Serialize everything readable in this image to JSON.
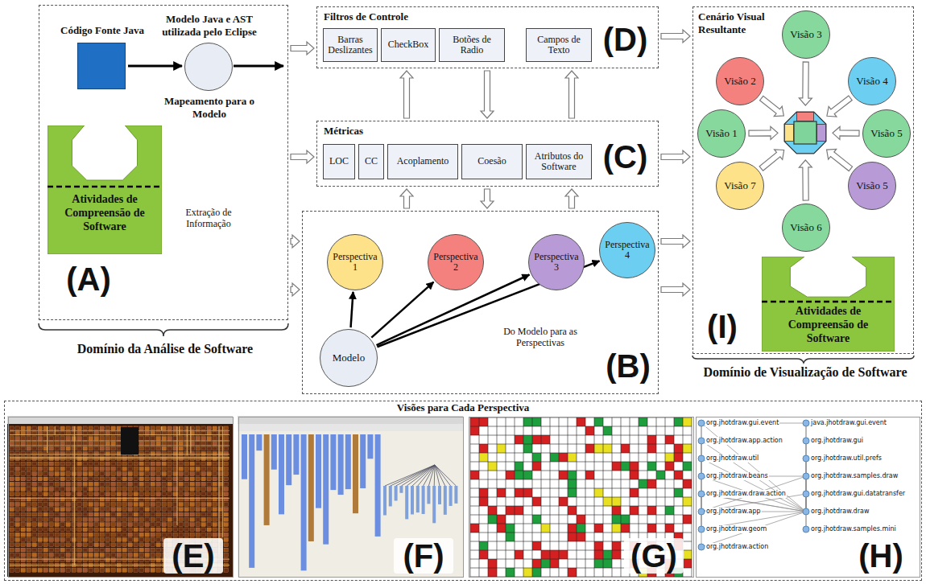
{
  "diagram": {
    "nodes": [
      {
        "text": [
          "(A)",
          "Extração de Informação"
        ]
      },
      {
        "text": [
          "Código Fonte Java"
        ],
        "in": 0
      },
      {
        "text": [
          "Modelo Java e AST utilizada pelo Eclipse",
          "Mapeamento para o Modelo"
        ],
        "in": 0
      },
      {
        "text": [
          "Atividades de Compreensão de Software"
        ],
        "in": 0
      },
      {
        "text": [
          "Filtros de Controle",
          "(D)"
        ]
      },
      {
        "text": [
          "Barras Deslizantes"
        ],
        "in": 4
      },
      {
        "text": [
          "CheckBox"
        ],
        "in": 4
      },
      {
        "text": [
          "Botões de Radio"
        ],
        "in": 4
      },
      {
        "text": [
          "Campos de Texto"
        ],
        "in": 4
      },
      {
        "text": [
          "Métricas",
          "(C)"
        ]
      },
      {
        "text": [
          "LOC"
        ],
        "in": 9
      },
      {
        "text": [
          "CC"
        ],
        "in": 9
      },
      {
        "text": [
          "Acoplamento"
        ],
        "in": 9
      },
      {
        "text": [
          "Coesão"
        ],
        "in": 9
      },
      {
        "text": [
          "Atributos do Software"
        ],
        "in": 9
      },
      {
        "text": [
          "(B)",
          "Do Modelo para as Perspectivas"
        ]
      },
      {
        "text": [
          "Perspectiva 1"
        ],
        "in": 15
      },
      {
        "text": [
          "Perspectiva 2"
        ],
        "in": 15
      },
      {
        "text": [
          "Perspectiva 3"
        ],
        "in": 15
      },
      {
        "text": [
          "Perspectiva 4"
        ],
        "in": 15
      },
      {
        "text": [
          "Modelo"
        ],
        "in": 15
      },
      {
        "text": [
          "Cenário Visual Resultante",
          "(I)"
        ]
      },
      {
        "text": [
          "Visão 3"
        ],
        "in": 21
      },
      {
        "text": [
          "Visão 2"
        ],
        "in": 21
      },
      {
        "text": [
          "Visão 4"
        ],
        "in": 21
      },
      {
        "text": [
          "Visão 1"
        ],
        "in": 21
      },
      {
        "text": [
          "Visão 5"
        ],
        "in": 21
      },
      {
        "text": [
          "Visão 7"
        ],
        "in": 21
      },
      {
        "text": [
          "Visão 5"
        ],
        "in": 21
      },
      {
        "text": [
          "Visão 6"
        ],
        "in": 21
      },
      {
        "text": [
          "Atividades de Compreensão de Software"
        ],
        "in": 21
      },
      {
        "text": [
          "Visões para Cada Perspectiva"
        ]
      },
      {
        "text": [
          "(E)"
        ],
        "in": 31
      },
      {
        "text": [
          "(F)"
        ],
        "in": 31
      },
      {
        "text": [
          "(G)"
        ],
        "in": 31
      },
      {
        "text": [
          "(H)"
        ],
        "in": 31
      }
    ],
    "edges": [
      {
        "from": 1,
        "to": 2,
        "arrow": "to"
      },
      {
        "from": 0,
        "to": 4,
        "arrow": "to"
      },
      {
        "from": 0,
        "to": 9,
        "arrow": "to"
      },
      {
        "from": 0,
        "to": 15,
        "arrow": "to"
      },
      {
        "from": 0,
        "to": 15,
        "arrow": "to"
      },
      {
        "from": 9,
        "to": 4,
        "arrow": "to"
      },
      {
        "from": 4,
        "to": 9,
        "arrow": "to"
      },
      {
        "from": 9,
        "to": 4,
        "arrow": "to"
      },
      {
        "from": 15,
        "to": 9,
        "arrow": "to"
      },
      {
        "from": 9,
        "to": 15,
        "arrow": "to"
      },
      {
        "from": 15,
        "to": 9,
        "arrow": "to"
      },
      {
        "from": 4,
        "to": 21,
        "arrow": "to"
      },
      {
        "from": 9,
        "to": 21,
        "arrow": "to"
      },
      {
        "from": 15,
        "to": 21,
        "arrow": "to"
      },
      {
        "from": 15,
        "to": 21,
        "arrow": "to"
      },
      {
        "from": 20,
        "to": 16,
        "arrow": "to"
      },
      {
        "from": 20,
        "to": 17,
        "arrow": "to"
      },
      {
        "from": 20,
        "to": 18,
        "arrow": "to"
      },
      {
        "from": 20,
        "to": 19,
        "arrow": "to"
      }
    ],
    "labels": [
      "Domínio da Análise de Software",
      "Domínio de Visualização de Software",
      "org.jhotdraw.gui.event",
      "org.jhotdraw.app.action",
      "org.jhotdraw.util",
      "org.jhotdraw.beans",
      "org.jhotdraw.draw.action",
      "org.jhotdraw.app",
      "org.jhotdraw.geom",
      "org.jhotdraw.action",
      "java.jhotdraw.gui.event",
      "org.jhotdraw.gui",
      "org.jhotdraw.util.prefs",
      "org.jhotdraw.samples.draw",
      "org.jhotdraw.gui.datatransfer",
      "org.jhotdraw.draw",
      "org.jhotdraw.samples.mini"
    ]
  }
}
